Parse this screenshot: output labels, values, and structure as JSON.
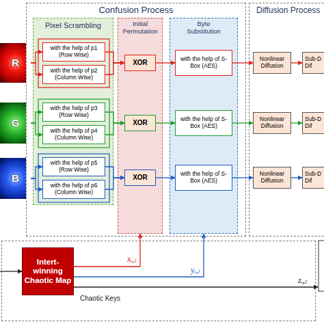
{
  "diagram": {
    "nodes": [
      {
        "text": [
          "R"
        ]
      },
      {
        "text": [
          "G"
        ]
      },
      {
        "text": [
          "B"
        ]
      },
      {
        "text": [
          "Confusion Process"
        ]
      },
      {
        "text": [
          "Pixel Scrambling"
        ],
        "in": 3
      },
      {
        "text": [
          "with the help of p1 (Row Wise)"
        ],
        "in": 4
      },
      {
        "text": [
          "with the help of p2 (Column Wise)"
        ],
        "in": 4
      },
      {
        "text": [
          "with the help of p3 (Row Wise)"
        ],
        "in": 4
      },
      {
        "text": [
          "with the help of p4 (Column Wise)"
        ],
        "in": 4
      },
      {
        "text": [
          "with the help of p5 (Row Wise)"
        ],
        "in": 4
      },
      {
        "text": [
          "with the help of p6 (Column Wise)"
        ],
        "in": 4
      },
      {
        "text": [
          "Initial Permutation"
        ],
        "in": 3
      },
      {
        "text": [
          "XOR"
        ],
        "in": 11
      },
      {
        "text": [
          "XOR"
        ],
        "in": 11
      },
      {
        "text": [
          "XOR"
        ],
        "in": 11
      },
      {
        "text": [
          "Byte Substitution"
        ],
        "in": 3
      },
      {
        "text": [
          "with the help of S-Box (AES)"
        ],
        "in": 15
      },
      {
        "text": [
          "with the help of S-Box (AES)"
        ],
        "in": 15
      },
      {
        "text": [
          "with the help of S-Box (AES)"
        ],
        "in": 15
      },
      {
        "text": [
          "Diffusion Process"
        ]
      },
      {
        "text": [
          "Nonlinear Diffusion"
        ],
        "in": 19
      },
      {
        "text": [
          "Nonlinear Diffusion"
        ],
        "in": 19
      },
      {
        "text": [
          "Nonlinear Diffusion"
        ],
        "in": 19
      },
      {
        "text": [
          "Sub-D Dif"
        ],
        "in": 19
      },
      {
        "text": [
          "Sub-D Dif"
        ],
        "in": 19
      },
      {
        "text": [
          "Sub-D Dif"
        ],
        "in": 19
      },
      {
        "text": [
          "Chaotic Keys"
        ]
      },
      {
        "text": [
          "Intert-winning Chaotic Map"
        ],
        "in": 26
      }
    ],
    "edges": [
      {
        "from": 0,
        "to": 5,
        "arrow": "to"
      },
      {
        "from": 0,
        "to": 6,
        "arrow": "to"
      },
      {
        "from": 1,
        "to": 7,
        "arrow": "to"
      },
      {
        "from": 1,
        "to": 8,
        "arrow": "to"
      },
      {
        "from": 2,
        "to": 9,
        "arrow": "to"
      },
      {
        "from": 2,
        "to": 10,
        "arrow": "to"
      },
      {
        "from": 5,
        "to": 12,
        "arrow": "to"
      },
      {
        "from": 6,
        "to": 12,
        "arrow": "to"
      },
      {
        "from": 7,
        "to": 13,
        "arrow": "to"
      },
      {
        "from": 8,
        "to": 13,
        "arrow": "to"
      },
      {
        "from": 9,
        "to": 14,
        "arrow": "to"
      },
      {
        "from": 10,
        "to": 14,
        "arrow": "to"
      },
      {
        "from": 12,
        "to": 16,
        "arrow": "to"
      },
      {
        "from": 13,
        "to": 17,
        "arrow": "to"
      },
      {
        "from": 14,
        "to": 18,
        "arrow": "to"
      },
      {
        "from": 16,
        "to": 20,
        "arrow": "to"
      },
      {
        "from": 17,
        "to": 21,
        "arrow": "to"
      },
      {
        "from": 18,
        "to": 22,
        "arrow": "to"
      },
      {
        "from": 20,
        "to": 23,
        "arrow": "to"
      },
      {
        "from": 21,
        "to": 24,
        "arrow": "to"
      },
      {
        "from": 22,
        "to": 25,
        "arrow": "to"
      },
      {
        "from": 27,
        "to": 11,
        "label": "xᵢ,ⱼ",
        "arrow": "to"
      },
      {
        "from": 27,
        "to": 15,
        "label": "yᵢ,ⱼ",
        "arrow": "to"
      }
    ],
    "labels": [
      "zᵢ,ⱼ"
    ]
  }
}
